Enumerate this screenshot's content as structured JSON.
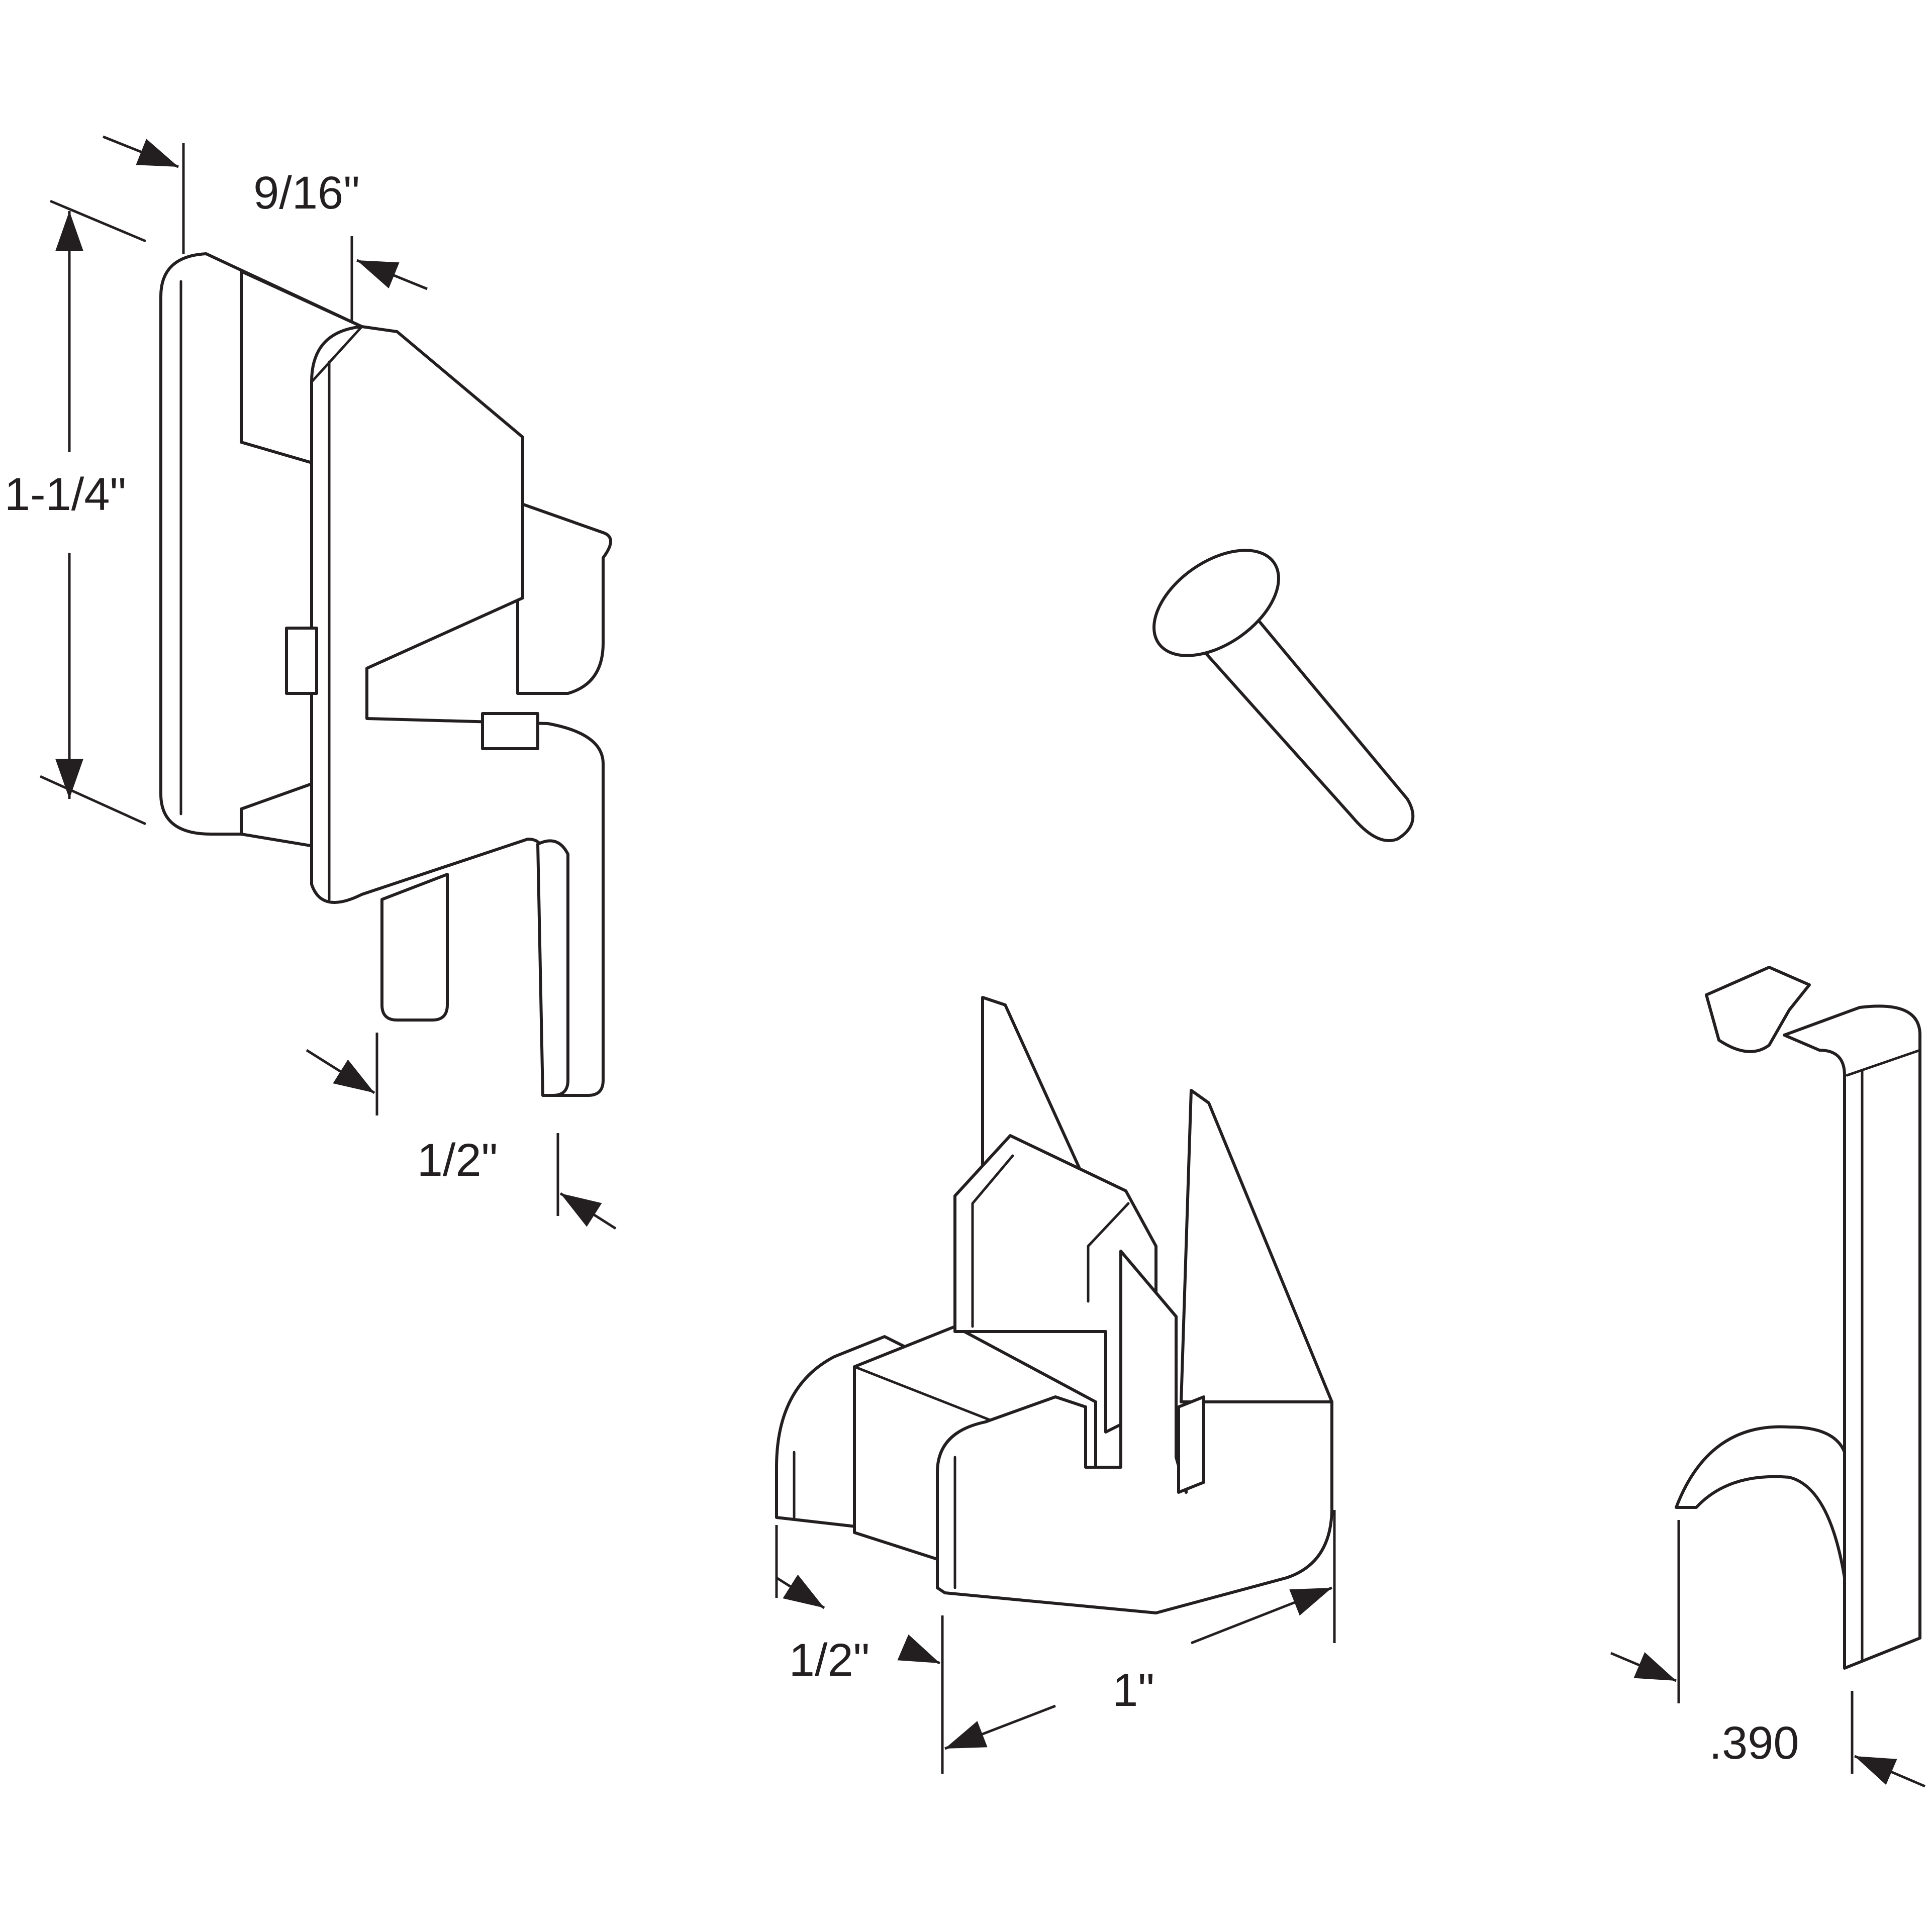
{
  "colors": {
    "line": "#231f20",
    "background": "#ffffff"
  },
  "dimensions": {
    "bracket_width": "9/16\"",
    "bracket_height": "1-1/4\"",
    "bracket_leg_spacing": "1/2\"",
    "roller_width": "1/2\"",
    "roller_length": "1\"",
    "clip_width": ".390"
  }
}
